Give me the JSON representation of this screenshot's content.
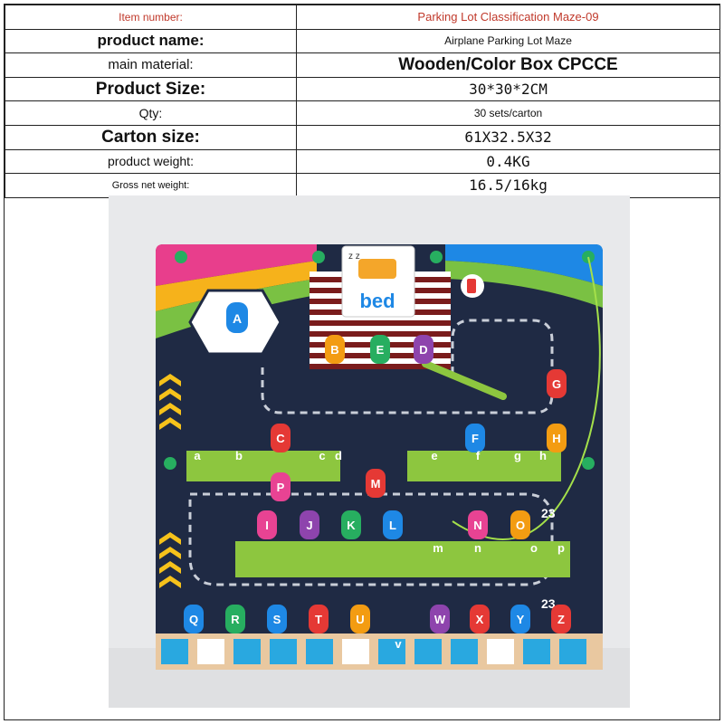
{
  "spec_table": {
    "rows": [
      {
        "label": "Item number:",
        "value": "Parking Lot Classification Maze-09"
      },
      {
        "label": "product name:",
        "value": "Airplane Parking Lot Maze"
      },
      {
        "label": "main material:",
        "value": "Wooden/Color Box CPCCE"
      },
      {
        "label": "Product Size:",
        "value": "30*30*2CM"
      },
      {
        "label": "Qty:",
        "value": "30 sets/carton"
      },
      {
        "label": "Carton size:",
        "value": "61X32.5X32"
      },
      {
        "label": "product weight:",
        "value": "0.4KG"
      },
      {
        "label": "Gross net weight:",
        "value": "16.5/16kg"
      }
    ]
  },
  "product_photo": {
    "card_word": "bed",
    "card_icon": "bed-icon",
    "parking_letter": "A",
    "lower_letters": [
      "a",
      "b",
      "c",
      "d",
      "e",
      "f",
      "g",
      "h",
      "m",
      "n",
      "o",
      "p",
      "v"
    ],
    "upper_cars": [
      "B",
      "E",
      "D",
      "C",
      "F",
      "G",
      "H",
      "P",
      "M",
      "I",
      "J",
      "K",
      "L",
      "N",
      "O",
      "Q",
      "R",
      "S",
      "T",
      "U",
      "W",
      "X",
      "Y",
      "Z"
    ],
    "lot_numbers": [
      "23",
      "23"
    ],
    "colors": {
      "board_navy": "#1f2a44",
      "green_strip": "#8dc63f",
      "road": "#2b3448",
      "frame_wood": "#e9c8a0"
    }
  }
}
